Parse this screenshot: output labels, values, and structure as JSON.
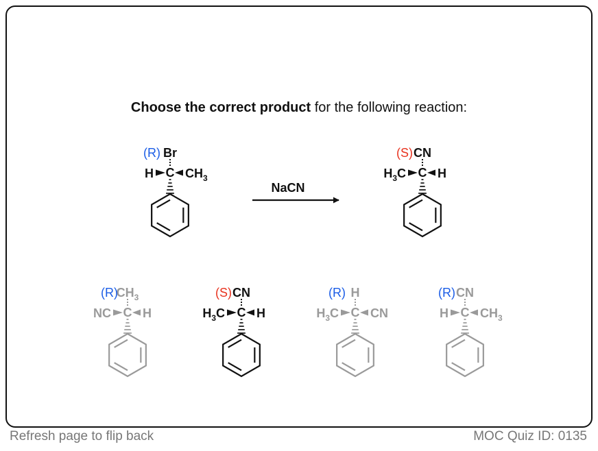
{
  "question": {
    "bold": "Choose the correct product",
    "rest": " for the following reaction:"
  },
  "reaction": {
    "reagent": "NaCN"
  },
  "colors": {
    "r_label": "#1a5ce6",
    "s_label": "#e8321e",
    "ink": "#111111",
    "faded": "#9a9a9a"
  },
  "molecules": {
    "reactant": {
      "config": "(R)",
      "top": "Br",
      "left": "H",
      "right": "CH3"
    },
    "product": {
      "config": "(S)",
      "top": "CN",
      "left": "H3C",
      "right": "H"
    },
    "option1": {
      "config": "(R)",
      "top": "CH3",
      "left": "NC",
      "right": "H"
    },
    "option2": {
      "config": "(S)",
      "top": "CN",
      "left": "H3C",
      "right": "H"
    },
    "option3": {
      "config": "(R)",
      "top": "H",
      "left": "H3C",
      "right": "CN"
    },
    "option4": {
      "config": "(R)",
      "top": "CN",
      "left": "H",
      "right": "CH3"
    }
  },
  "footer": {
    "left": "Refresh page to flip back",
    "right": "MOC Quiz ID: 0135"
  }
}
